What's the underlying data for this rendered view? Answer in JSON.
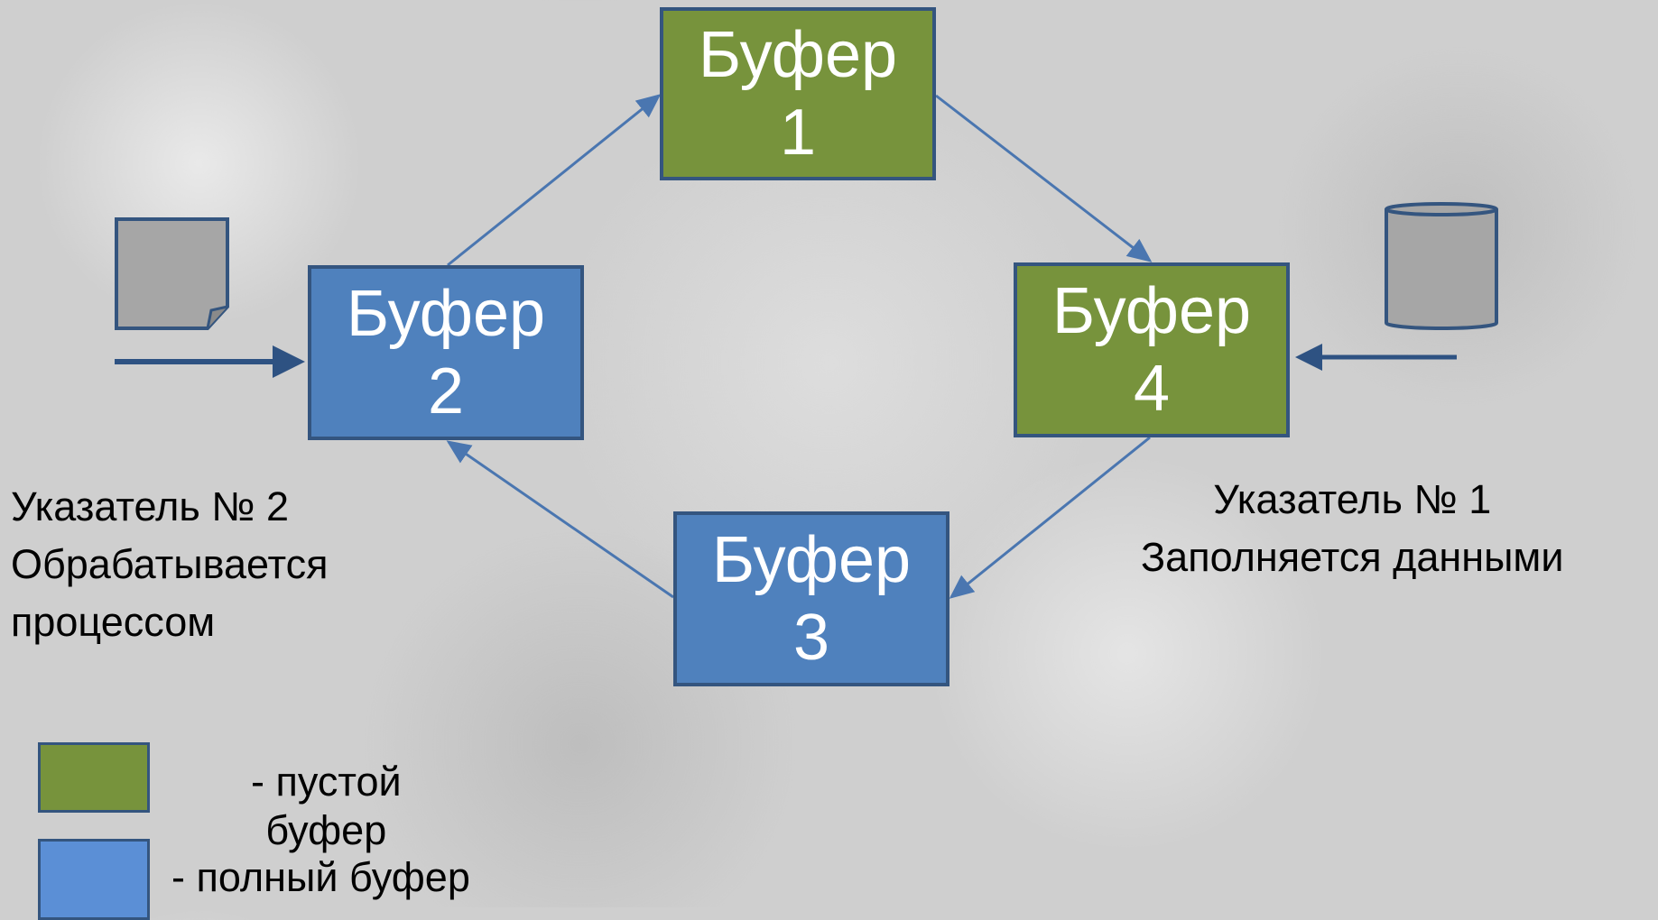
{
  "buffers": [
    {
      "id": "1",
      "label": "Буфер",
      "number": "1",
      "state": "empty"
    },
    {
      "id": "2",
      "label": "Буфер",
      "number": "2",
      "state": "full"
    },
    {
      "id": "3",
      "label": "Буфер",
      "number": "3",
      "state": "full"
    },
    {
      "id": "4",
      "label": "Буфер",
      "number": "4",
      "state": "empty"
    }
  ],
  "pointer_2": {
    "line1": "Указатель № 2",
    "line2": "Обрабатывается",
    "line3": "процессом"
  },
  "pointer_1": {
    "line1": "Указатель № 1",
    "line2": "Заполняется данными"
  },
  "legend": {
    "empty_line1": "- пустой",
    "empty_line2": "буфер",
    "full": "- полный буфер"
  },
  "colors": {
    "empty": "#77933c",
    "full": "#4f81bd",
    "border": "#34557f",
    "arrow": "#4a76b0",
    "icon_fill": "#a6a6a6",
    "icon_stroke": "#34557f"
  },
  "icons": {
    "document": "document-icon",
    "disk": "disk-storage-icon"
  }
}
